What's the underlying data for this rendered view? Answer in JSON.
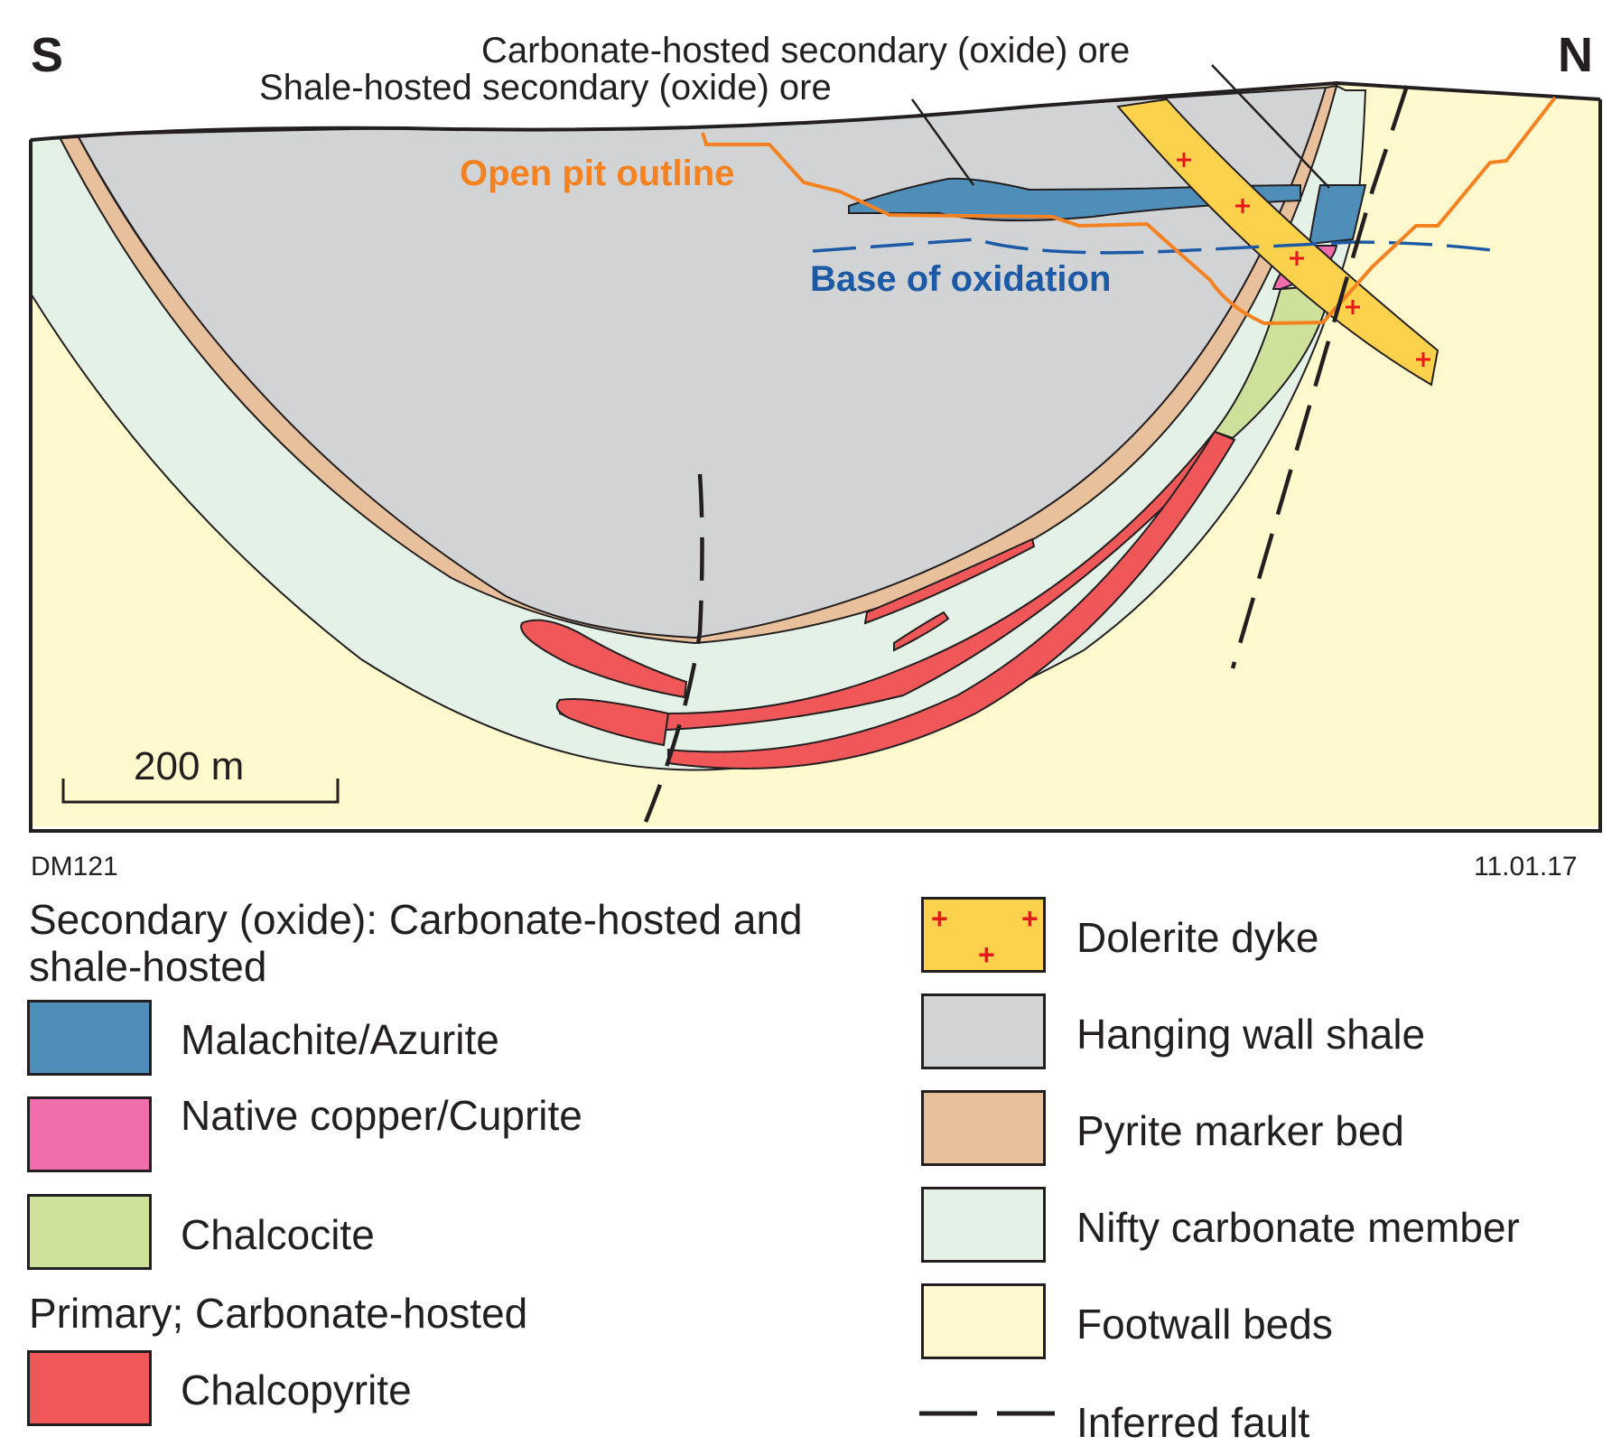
{
  "section": {
    "south_label": "S",
    "north_label": "N",
    "callouts": {
      "carbonate_ore": "Carbonate-hosted secondary (oxide) ore",
      "shale_ore": "Shale-hosted secondary (oxide) ore",
      "open_pit": "Open pit outline",
      "base_oxidation": "Base of oxidation"
    },
    "scale_bar": "200 m",
    "figure_id": "DM121",
    "date": "11.01.17"
  },
  "legend": {
    "secondary_heading": "Secondary (oxide): Carbonate-hosted and shale-hosted",
    "primary_heading": "Primary; Carbonate-hosted",
    "items": [
      {
        "label": "Malachite/Azurite",
        "color": "#4f8eb9"
      },
      {
        "label": "Native copper/Cuprite",
        "color": "#ef6eab"
      },
      {
        "label": "Chalcocite",
        "color": "#cde19b"
      },
      {
        "label": "Chalcopyrite",
        "color": "#ef5759"
      },
      {
        "label": "Dolerite dyke",
        "color": "#fcd24d"
      },
      {
        "label": "Hanging wall shale",
        "color": "#d2d3d5"
      },
      {
        "label": "Pyrite marker bed",
        "color": "#e9c09c"
      },
      {
        "label": "Nifty carbonate member",
        "color": "#e4f1e6"
      },
      {
        "label": "Footwall beds",
        "color": "#fff9cd"
      },
      {
        "label": "Inferred fault",
        "color": "#231f20"
      }
    ]
  },
  "colors": {
    "outline": "#231f20",
    "open_pit": "#f58220",
    "base_oxidation": "#1d5aa6",
    "dyke_cross": "#e8171c"
  }
}
